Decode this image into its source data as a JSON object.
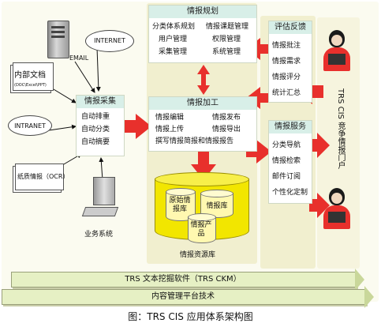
{
  "sources": {
    "email": "EMAIL",
    "internet": "INTERNET",
    "internal_docs": "内部文档",
    "internal_docs_sub": "(DOC\\Excel\\PPT)",
    "intranet": "INTRANET",
    "paper_docs": "纸质情报（OCR）",
    "business_system": "业务系统"
  },
  "collection": {
    "title": "情报采集",
    "items": [
      "自动排重",
      "自动分类",
      "自动摘要"
    ]
  },
  "planning": {
    "title": "情报规划",
    "items": [
      "分类体系规划",
      "情报课题管理",
      "用户管理",
      "权限管理",
      "采集管理",
      "系统管理"
    ]
  },
  "processing": {
    "title": "情报加工",
    "items": [
      "情报编辑",
      "情报发布",
      "情报上传",
      "情报导出"
    ],
    "wide_item": "撰写情报简报和情报报告"
  },
  "resources": {
    "label": "情报资源库",
    "db_original": "原始情报库",
    "db_info": "情报库",
    "db_product": "情报产品"
  },
  "feedback": {
    "title": "评估反馈",
    "items": [
      "情报批注",
      "情报需求",
      "情报评分",
      "统计汇总"
    ]
  },
  "service": {
    "title": "情报服务",
    "items": [
      "分类导航",
      "情报检索",
      "邮件订阅",
      "个性化定制"
    ]
  },
  "portal": "TRS CIS 竞争情报门户",
  "bars": {
    "ckm": "TRS 文本挖掘软件（TRS CKM）",
    "platform": "内容管理平台技术"
  },
  "caption": "图：TRS CIS 应用体系架构图",
  "colors": {
    "accent_red": "#e8302c",
    "panel_beige": "#f4f1d6",
    "header_teal": "#d8efe8",
    "db_yellow": "#f2e600",
    "bar_green": "#e6f0c4"
  }
}
